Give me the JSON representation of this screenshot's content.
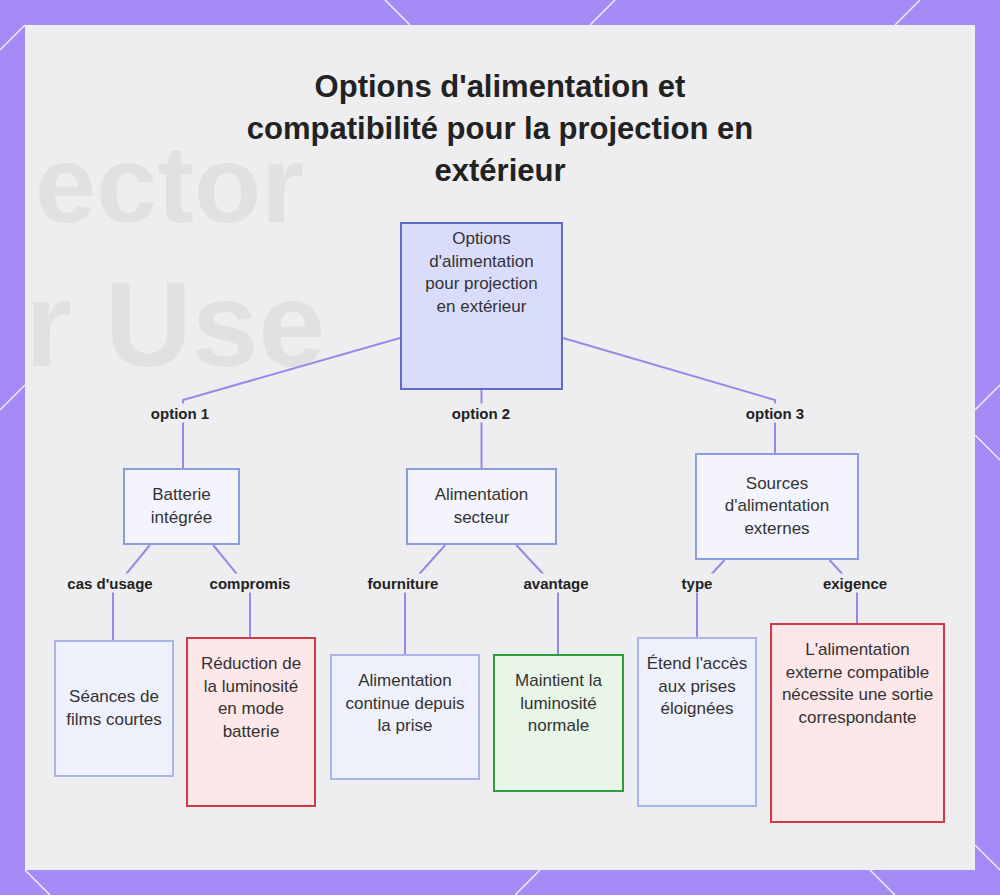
{
  "diagram": {
    "title": "Options d'alimentation et compatibilité pour la projection en extérieur",
    "nodes": [
      {
        "text": [
          "Options d'alimentation pour projection en extérieur"
        ]
      },
      {
        "text": [
          "Batterie intégrée"
        ]
      },
      {
        "text": [
          "Alimentation secteur"
        ]
      },
      {
        "text": [
          "Sources d'alimentation externes"
        ]
      },
      {
        "text": [
          "Séances de films courtes"
        ]
      },
      {
        "text": [
          "Réduction de la luminosité en mode batterie"
        ]
      },
      {
        "text": [
          "Alimentation continue depuis la prise"
        ]
      },
      {
        "text": [
          "Maintient la luminosité normale"
        ]
      },
      {
        "text": [
          "Étend l'accès aux prises éloignées"
        ]
      },
      {
        "text": [
          "L'alimentation externe compatible nécessite une sortie correspondante"
        ]
      }
    ],
    "edges": [
      {
        "from": 0,
        "to": 1,
        "label": "option 1",
        "arrow": "none"
      },
      {
        "from": 0,
        "to": 2,
        "label": "option 2",
        "arrow": "none"
      },
      {
        "from": 0,
        "to": 3,
        "label": "option 3",
        "arrow": "none"
      },
      {
        "from": 1,
        "to": 4,
        "label": "cas d'usage",
        "arrow": "none"
      },
      {
        "from": 1,
        "to": 5,
        "label": "compromis",
        "arrow": "none"
      },
      {
        "from": 2,
        "to": 6,
        "label": "fourniture",
        "arrow": "none"
      },
      {
        "from": 2,
        "to": 7,
        "label": "avantage",
        "arrow": "none"
      },
      {
        "from": 3,
        "to": 8,
        "label": "type",
        "arrow": "none"
      },
      {
        "from": 3,
        "to": 9,
        "label": "exigence",
        "arrow": "none"
      }
    ],
    "labels": [
      "ector",
      "r Use"
    ]
  }
}
